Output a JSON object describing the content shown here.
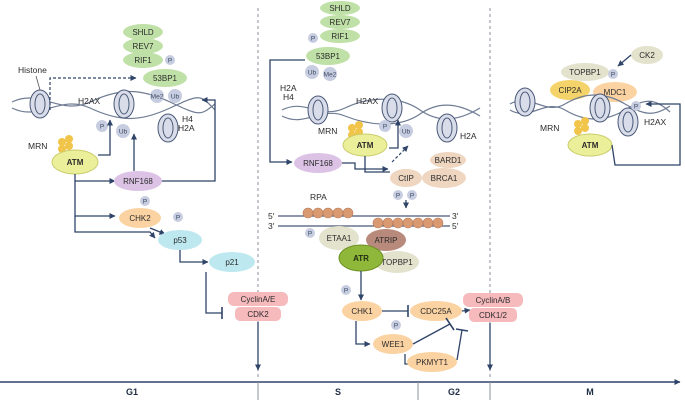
{
  "g1": {
    "histone": "Histone",
    "h2ax": "H2AX",
    "mrn": "MRN",
    "atm": "ATM",
    "rnf168": "RNF168",
    "chk2": "CHK2",
    "p53": "p53",
    "p21": "p21",
    "shld": "SHLD",
    "rev7": "REV7",
    "rif1": "RIF1",
    "bp53": "53BP1",
    "me2": "Me2",
    "ub": "Ub",
    "h4": "H4",
    "h2a": "H2A",
    "cyclin": "CyclinA/E",
    "cdk": "CDK2",
    "p": "P"
  },
  "s": {
    "shld": "SHLD",
    "rev7": "REV7",
    "rif1": "RIF1",
    "bp53": "53BP1",
    "ub": "Ub",
    "me2": "Me2",
    "h2a_left": "H2A",
    "h4": "H4",
    "h2ax": "H2AX",
    "mrn": "MRN",
    "atm": "ATM",
    "h2a_right": "H2A",
    "rnf168": "RNF168",
    "bard1": "BARD1",
    "ctip": "CtIP",
    "brca1": "BRCA1",
    "rpa": "RPA",
    "five1": "5′",
    "three1": "3′",
    "three2": "3′",
    "five2": "5′",
    "etaa1": "ETAA1",
    "atrip": "ATRIP",
    "atr": "ATR",
    "topbp1": "TOPBP1",
    "chk1": "CHK1",
    "cdc25a": "CDC25A",
    "wee1": "WEE1",
    "pkmyt1": "PKMYT1",
    "cyclin": "CyclinA/B",
    "cdk": "CDK1/2",
    "p": "P"
  },
  "m": {
    "ck2": "CK2",
    "topbp1": "TOPBP1",
    "cip2a": "CIP2A",
    "mdc1": "MDC1",
    "mrn": "MRN",
    "atm": "ATM",
    "h2ax": "H2AX",
    "p": "P"
  },
  "phases": {
    "g1": "G1",
    "s": "S",
    "g2": "G2",
    "m": "M"
  },
  "colors": {
    "green": "#bfe0a6",
    "yellow": "#ecef9a",
    "purple": "#dcc3e6",
    "orange": "#fbd3a2",
    "cyan": "#bde8ef",
    "pink": "#f6b9bc",
    "tan": "#eed6c0",
    "atr": "#8fb83a",
    "atrip": "#b78a7b",
    "etaa": "#e2e2cd",
    "ppill": "#c7cde0",
    "line": "#2f4468"
  }
}
